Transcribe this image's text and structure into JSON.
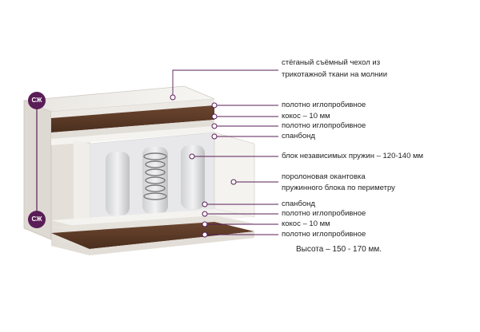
{
  "badges": {
    "top": "СЖ",
    "bottom": "СЖ"
  },
  "labels": {
    "cover_line1": "стёганый съёмный чехол из",
    "cover_line2": "трикотажной ткани на молнии",
    "felt_top_1": "полотно иглопробивное",
    "coconut_top": "кокос – 10 мм",
    "felt_top_2": "полотно иглопробивное",
    "spunbond_top": "спанбонд",
    "springs": "блок независимых пружин – 120-140 мм",
    "foam_line1": "поролоновая окантовка",
    "foam_line2": "пружинного блока по периметру",
    "spunbond_bottom": "спанбонд",
    "felt_bottom_1": "полотно иглопробивное",
    "coconut_bottom": "кокос – 10 мм",
    "felt_bottom_2": "полотно иглопробивное"
  },
  "height_note": "Высота – 150 - 170 мм.",
  "colors": {
    "accent": "#5a1d57",
    "coconut": "#5b3a26",
    "felt": "#e9e6e1",
    "cover": "#f3f1ed"
  }
}
